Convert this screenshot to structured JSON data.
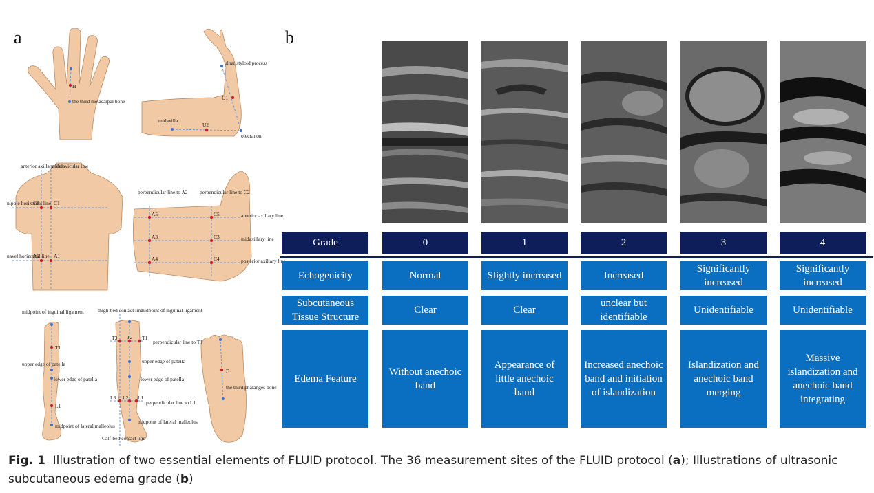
{
  "panel_a": {
    "letter": "a",
    "hand": {
      "point_H": "H",
      "label_bone": "the third metacarpal bone"
    },
    "arm": {
      "label_styloid": "ulnar styloid process",
      "label_midaxilla": "midaxilla",
      "label_olecranon": "olecranon",
      "point_U1": "U1",
      "point_U2": "U2"
    },
    "torso_front": {
      "label_anterior_axillary": "anterior axillary line",
      "label_midclavicular": "midclavicular line",
      "label_nipple": "nipple horizontal line",
      "label_navel": "navel horizontal line",
      "point_C1": "C1",
      "point_C2": "C2",
      "point_A1": "A1",
      "point_A2": "A2"
    },
    "torso_side": {
      "label_perp_A2": "perpendicular line to A2",
      "label_perp_C2": "perpendicular line to C2",
      "label_anterior_axillary": "anterior axillary line",
      "label_midaxillary": "midaxillary line",
      "label_posterior_axillary": "posterior axillary line",
      "point_A3": "A3",
      "point_A4": "A4",
      "point_A5": "A5",
      "point_C3": "C3",
      "point_C4": "C4",
      "point_C5": "C5"
    },
    "leg_side": {
      "label_inguinal": "midpoint of inguinal ligament",
      "label_upper_patella": "upper edge of patella",
      "label_lower_patella": "lower edge of patella",
      "label_malleolus": "midpoint of lateral malleolus",
      "point_T1": "T1",
      "point_L1": "L1"
    },
    "leg_front": {
      "label_thigh_bed": "thigh-bed contact line",
      "label_inguinal": "midpoint of inguinal ligament",
      "label_perp_T1": "perpendicular line to T1",
      "label_upper_patella": "upper edge of patella",
      "label_lower_patella": "lower edge of patella",
      "label_perp_L1": "perpendicular line to L1",
      "label_malleolus": "midpoint of lateral malleolus",
      "label_calf_bed": "Calf-bed contact line",
      "point_T1": "T1",
      "point_T2": "T2",
      "point_T3": "T3",
      "point_L1": "L1",
      "point_L2": "L2",
      "point_L3": "L3"
    },
    "foot": {
      "point_F": "F",
      "label_phalanges": "the third phalanges bone"
    }
  },
  "panel_b": {
    "letter": "b",
    "row_labels": {
      "grade": "Grade",
      "echogenicity": "Echogenicity",
      "tissue": "Subcutaneous Tissue Structure",
      "edema": "Edema Feature"
    },
    "grades": [
      {
        "grade": "0",
        "echogenicity": "Normal",
        "tissue": "Clear",
        "edema": "Without anechoic band"
      },
      {
        "grade": "1",
        "echogenicity": "Slightly increased",
        "tissue": "Clear",
        "edema": "Appearance of little anechoic band"
      },
      {
        "grade": "2",
        "echogenicity": "Increased",
        "tissue": "unclear but identifiable",
        "edema": "Increased anechoic band and initiation of islandization"
      },
      {
        "grade": "3",
        "echogenicity": "Significantly increased",
        "tissue": "Unidentifiable",
        "edema": "Islandization and anechoic band merging"
      },
      {
        "grade": "4",
        "echogenicity": "Significantly increased",
        "tissue": "Unidentifiable",
        "edema": "Massive islandization and anechoic band integrating"
      }
    ]
  },
  "caption": {
    "label": "Fig. 1",
    "text_1": "Illustration of two essential elements of FLUID protocol. The 36 measurement sites of the FLUID protocol (",
    "ref_a": "a",
    "text_2": "); Illustrations of ultrasonic subcutaneous edema grade (",
    "ref_b": "b",
    "text_3": ")"
  },
  "colors": {
    "header": "#0d1e5a",
    "cell": "#0a6fc0",
    "point_red": "#c8202a",
    "line_blue": "#6f97d6"
  }
}
